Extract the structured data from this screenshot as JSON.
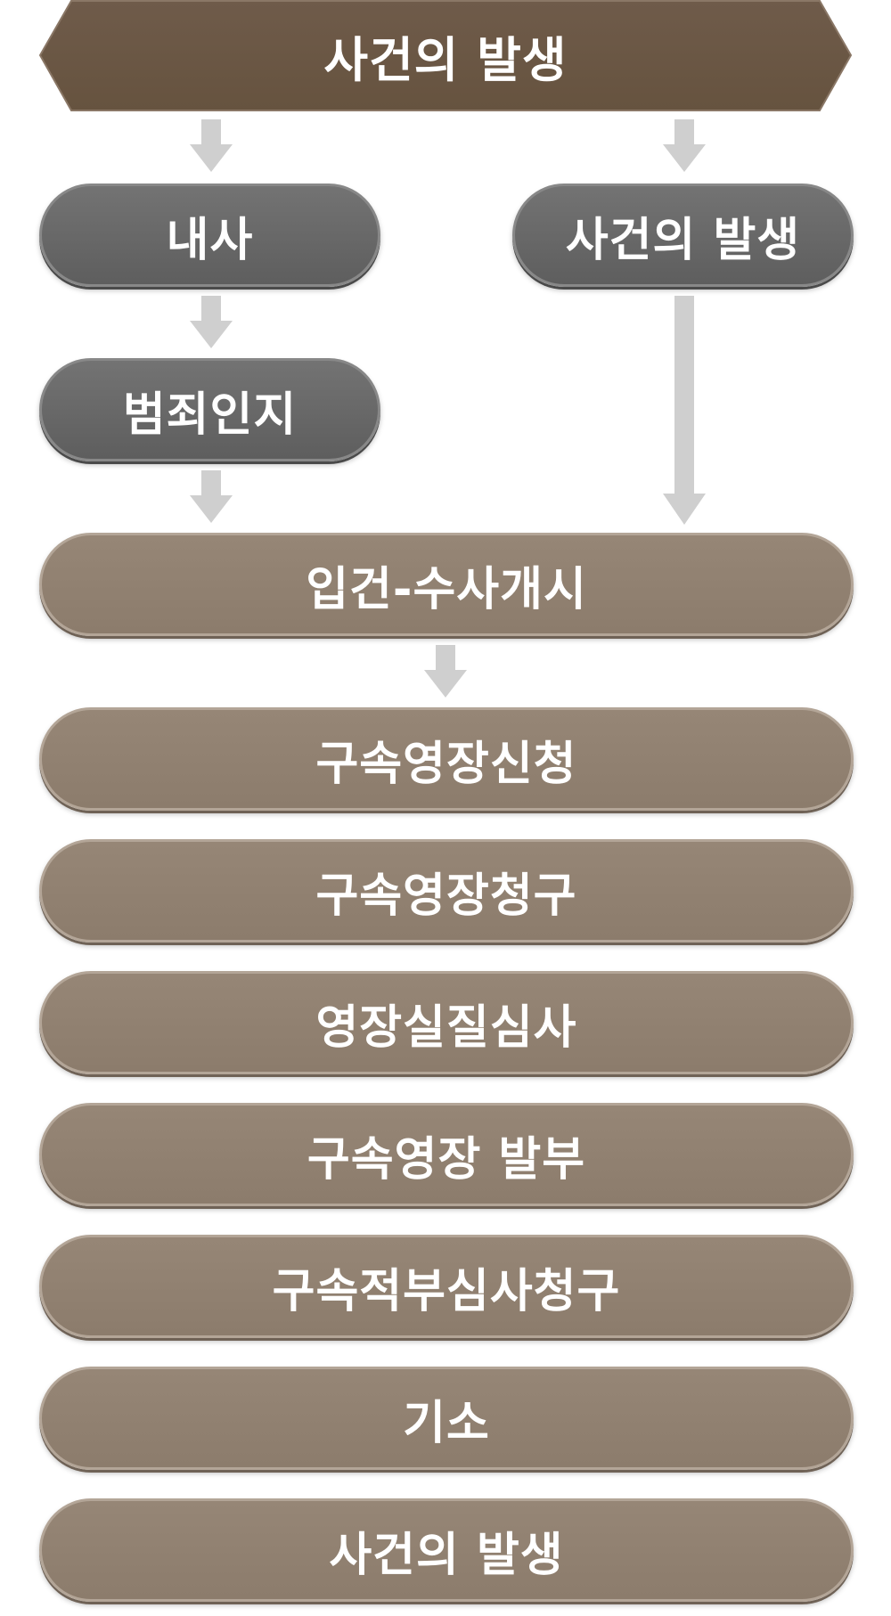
{
  "diagram": {
    "top": {
      "label": "사건의 발생"
    },
    "left_branch": {
      "step1": "내사",
      "step2": "범죄인지"
    },
    "right_branch": {
      "step1": "사건의 발생"
    },
    "main_steps": [
      "입건-수사개시",
      "구속영장신청",
      "구속영장청구",
      "영장실질심사",
      "구속영장 발부",
      "구속적부심사청구",
      "기소",
      "사건의 발생"
    ]
  },
  "colors": {
    "top_fill": "#6b5848",
    "gray_box": "#666666",
    "brown_box": "#918070",
    "arrow": "#cfcfcf"
  }
}
